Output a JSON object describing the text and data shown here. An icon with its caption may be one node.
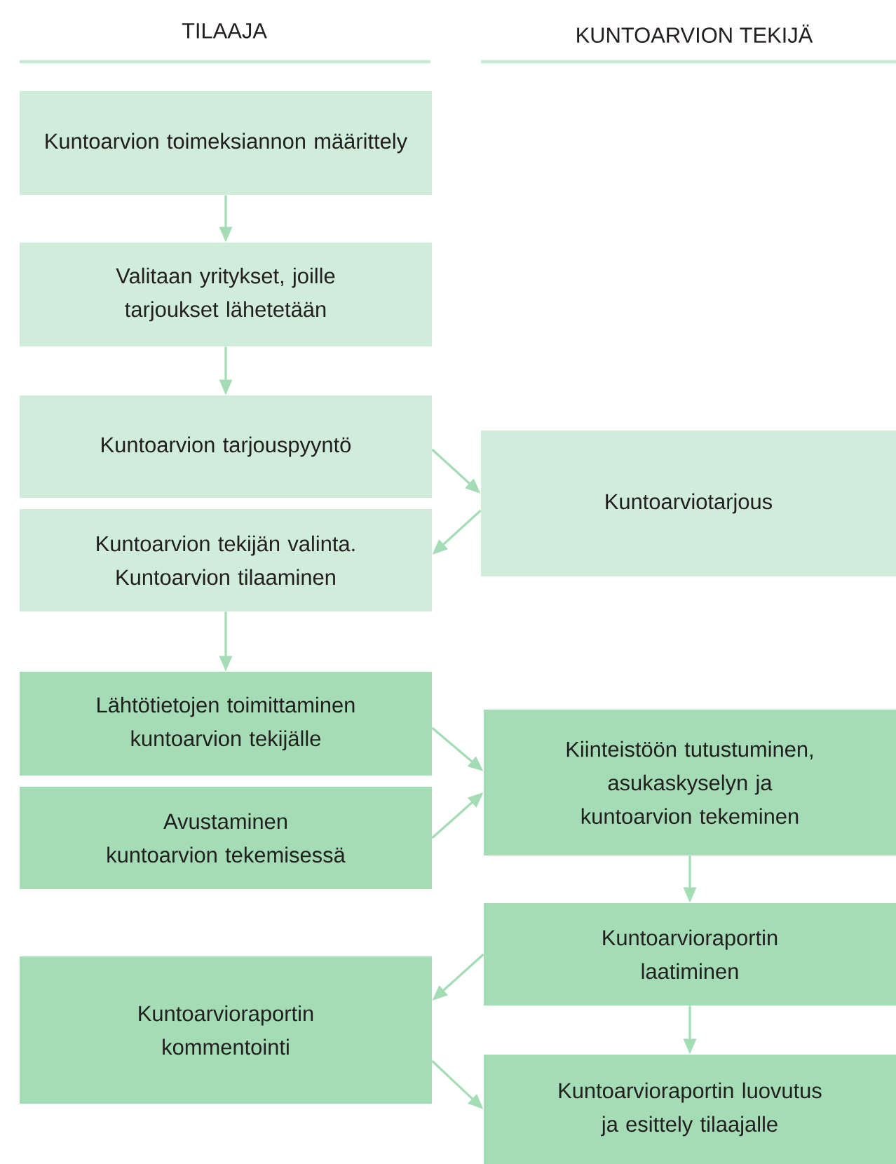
{
  "diagram": {
    "nodes": [
      {
        "text": [
          "Kuntoarvion toimeksiannon määrittely"
        ]
      },
      {
        "text": [
          "Valitaan yritykset, joille tarjoukset lähetetään"
        ]
      },
      {
        "text": [
          "Kuntoarvion tarjouspyyntö"
        ]
      },
      {
        "text": [
          "Kuntoarvion tekijän valinta. Kuntoarvion tilaaminen"
        ]
      },
      {
        "text": [
          "Kuntoarviotarjous"
        ]
      },
      {
        "text": [
          "Lähtötietojen toimittaminen kuntoarvion tekijälle"
        ]
      },
      {
        "text": [
          "Avustaminen kuntoarvion tekemisessä"
        ]
      },
      {
        "text": [
          "Kiinteistöön tutustuminen, asukaskyselyn ja kuntoarvion tekeminen"
        ]
      },
      {
        "text": [
          "Kuntoarvioraportin laatiminen"
        ]
      },
      {
        "text": [
          "Kuntoarvioraportin kommentointi"
        ]
      },
      {
        "text": [
          "Kuntoarvioraportin luovutus ja esittely tilaajalle"
        ]
      }
    ],
    "edges": [
      {
        "from": 0,
        "to": 1,
        "arrow": "to"
      },
      {
        "from": 1,
        "to": 2,
        "arrow": "to"
      },
      {
        "from": 2,
        "to": 4,
        "arrow": "to"
      },
      {
        "from": 4,
        "to": 3,
        "arrow": "to"
      },
      {
        "from": 3,
        "to": 5,
        "arrow": "to"
      },
      {
        "from": 5,
        "to": 7,
        "arrow": "to"
      },
      {
        "from": 6,
        "to": 7,
        "arrow": "to"
      },
      {
        "from": 7,
        "to": 8,
        "arrow": "to"
      },
      {
        "from": 8,
        "to": 9,
        "arrow": "to"
      },
      {
        "from": 9,
        "to": 10,
        "arrow": "to"
      },
      {
        "from": 8,
        "to": 10,
        "arrow": "to"
      }
    ],
    "labels": [
      "TILAAJA",
      "KUNTOARVION TEKIJÄ"
    ]
  }
}
